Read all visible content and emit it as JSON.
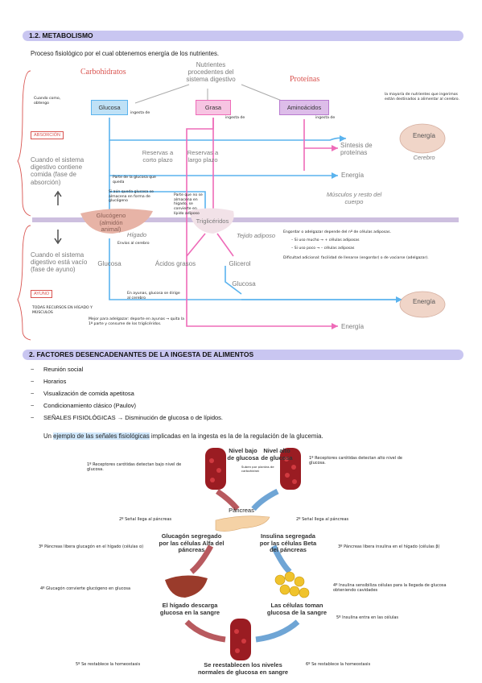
{
  "section1": {
    "title": "1.2. METABOLISMO",
    "intro": "Proceso fisiológico por el cual obtenemos energía de los nutrientes."
  },
  "diagram": {
    "carbohidratos": "Carbohidratos",
    "nutrientes": "Nutrientes procedentes del sistema digestivo",
    "proteinas": "Proteínas",
    "glucosa": "Glucosa",
    "grasa": "Grasa",
    "aminoacidos": "Aminoácidos",
    "energia": "Energía",
    "cerebro": "Cerebro",
    "sintesis": "Síntesis de proteínas",
    "musculos": "Músculos y resto del cuerpo",
    "reservas_corto": "Reservas a corto plazo",
    "reservas_largo": "Reservas a largo plazo",
    "glucogeno": "Glucógeno (almidón animal)",
    "trigliceridos": "Triglicéridos",
    "higado": "Hígado",
    "tejido": "Tejido adiposo",
    "acidos": "Ácidos grasos",
    "glicerol": "Glicerol",
    "absorcion_text": "Cuando el sistema digestivo contiene comida (fase de absorción)",
    "ayuno_text": "Cuando el sistema digestivo está vacío (fase de ayuno)",
    "absorcion_tag": "ABSORCIÓN",
    "ayuno_tag": "AYUNO"
  },
  "notes": {
    "cuando_comes": "Cuando como, obtengo",
    "ingesta_de1": "ingesta de",
    "ingesta_de2": "ingesta de",
    "ingesta_de3": "ingesta de",
    "mayoria": "la mayoría de nutrientes que ingerimos están destinados a alimentar al cerebro.",
    "parte_glucosa": "Parte de la glucosa que queda",
    "si_aun_queda": "Si aún queda glucosa se almacena en forma de glucógeno",
    "parte_que_no": "Parte que no se almacena en hígado, se convierte en lípido adiposo",
    "envios": "Envíos al cerebro",
    "ayunas": "En ayunas, glucosa se dirige al cerebro",
    "dependiendo": "Engordar o adelgazar depende del nº de células adiposas.",
    "si_uso_mucho": "– Si uso mucho → + células adiposas",
    "si_uso_poco": "– Si uso poco → – células adiposas",
    "dificultad": "Dificultad adicional: facilidad de llenarse (engordar) o de vaciarse (adelgazar).",
    "todas_recursos": "TODAS RECURSOS EN HÍGADO Y MÚSCULOS",
    "mejor_adelgazar": "Mejor para adelgazar: deporte en ayunas → quita la 1ª parte y consume de los triglicéridos."
  },
  "section2": {
    "title": "2.   FACTORES DESENCADENANTES DE LA INGESTA DE ALIMENTOS",
    "items": [
      "Reunión social",
      "Horarios",
      "Visualización de comida apetitosa",
      "Condicionamiento clásico (Paulov)",
      "SEÑALES FISIOLÓGICAS → Disminución de glucosa o de lípidos."
    ],
    "bullet": "~",
    "example_pre": "Un ",
    "example_hl": "ejemplo de las señales fisiológicas",
    "example_post": " implicadas en la ingesta es la de la regulación de la glucemia."
  },
  "glucemia": {
    "nivel_bajo": "Nivel bajo de glucosa",
    "nivel_alto": "Nivel alto de glucosa",
    "suben": "Suben por plantas de carbohidrat",
    "pancreas": "Páncreas",
    "glucagon": "Glucagón segregado por las células Alfa del páncreas",
    "insulina": "Insulina segregada por las células Beta del páncreas",
    "higado_descarga": "El hígado descarga glucosa en la sangre",
    "celulas_toman": "Las células toman glucosa de la sangre",
    "restablecen": "Se reestablecen los niveles normales de glucosa en sangre",
    "n1_left": "1º Receptores carótidas detectan bajo nivel de glucosa.",
    "n1_right": "1º Receptores carótidas detectan alto nivel de glucosa.",
    "n2_left": "2º Señal llega al páncreas",
    "n2_right": "2º Señal llega al páncreas",
    "n3_left": "3º Páncreas libera glucagón en el hígado (células α)",
    "n3_right": "3º Páncreas libera insulina en el hígado (células β)",
    "n4_left": "4º Glucagón convierte glucógeno en glucosa",
    "n4_right": "4º Insulina sensibiliza células para la llegada de glucosa obteniendo cavidades",
    "n5_mid": "5º Insulina entra en las células",
    "n5_left": "5º Se restablece la homeostasis",
    "n6_right": "6º Se restablece la homeostasis"
  },
  "colors": {
    "bar": "#c9c6f1",
    "blue": "#5ab3ee",
    "pink": "#ee6bb8",
    "purple": "#b87ad0",
    "red_text": "#d9534f"
  }
}
